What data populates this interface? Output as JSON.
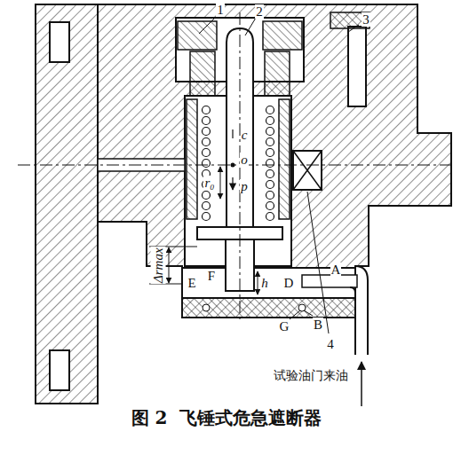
{
  "diagram": {
    "caption": "图 2  飞锤式危急遮断器",
    "labels": [
      "1",
      "2",
      "3",
      "c",
      "o",
      "r₀",
      "p",
      "Δrmax",
      "h",
      "E",
      "F",
      "D",
      "A",
      "B",
      "G",
      "4",
      "试验油门来油"
    ]
  }
}
